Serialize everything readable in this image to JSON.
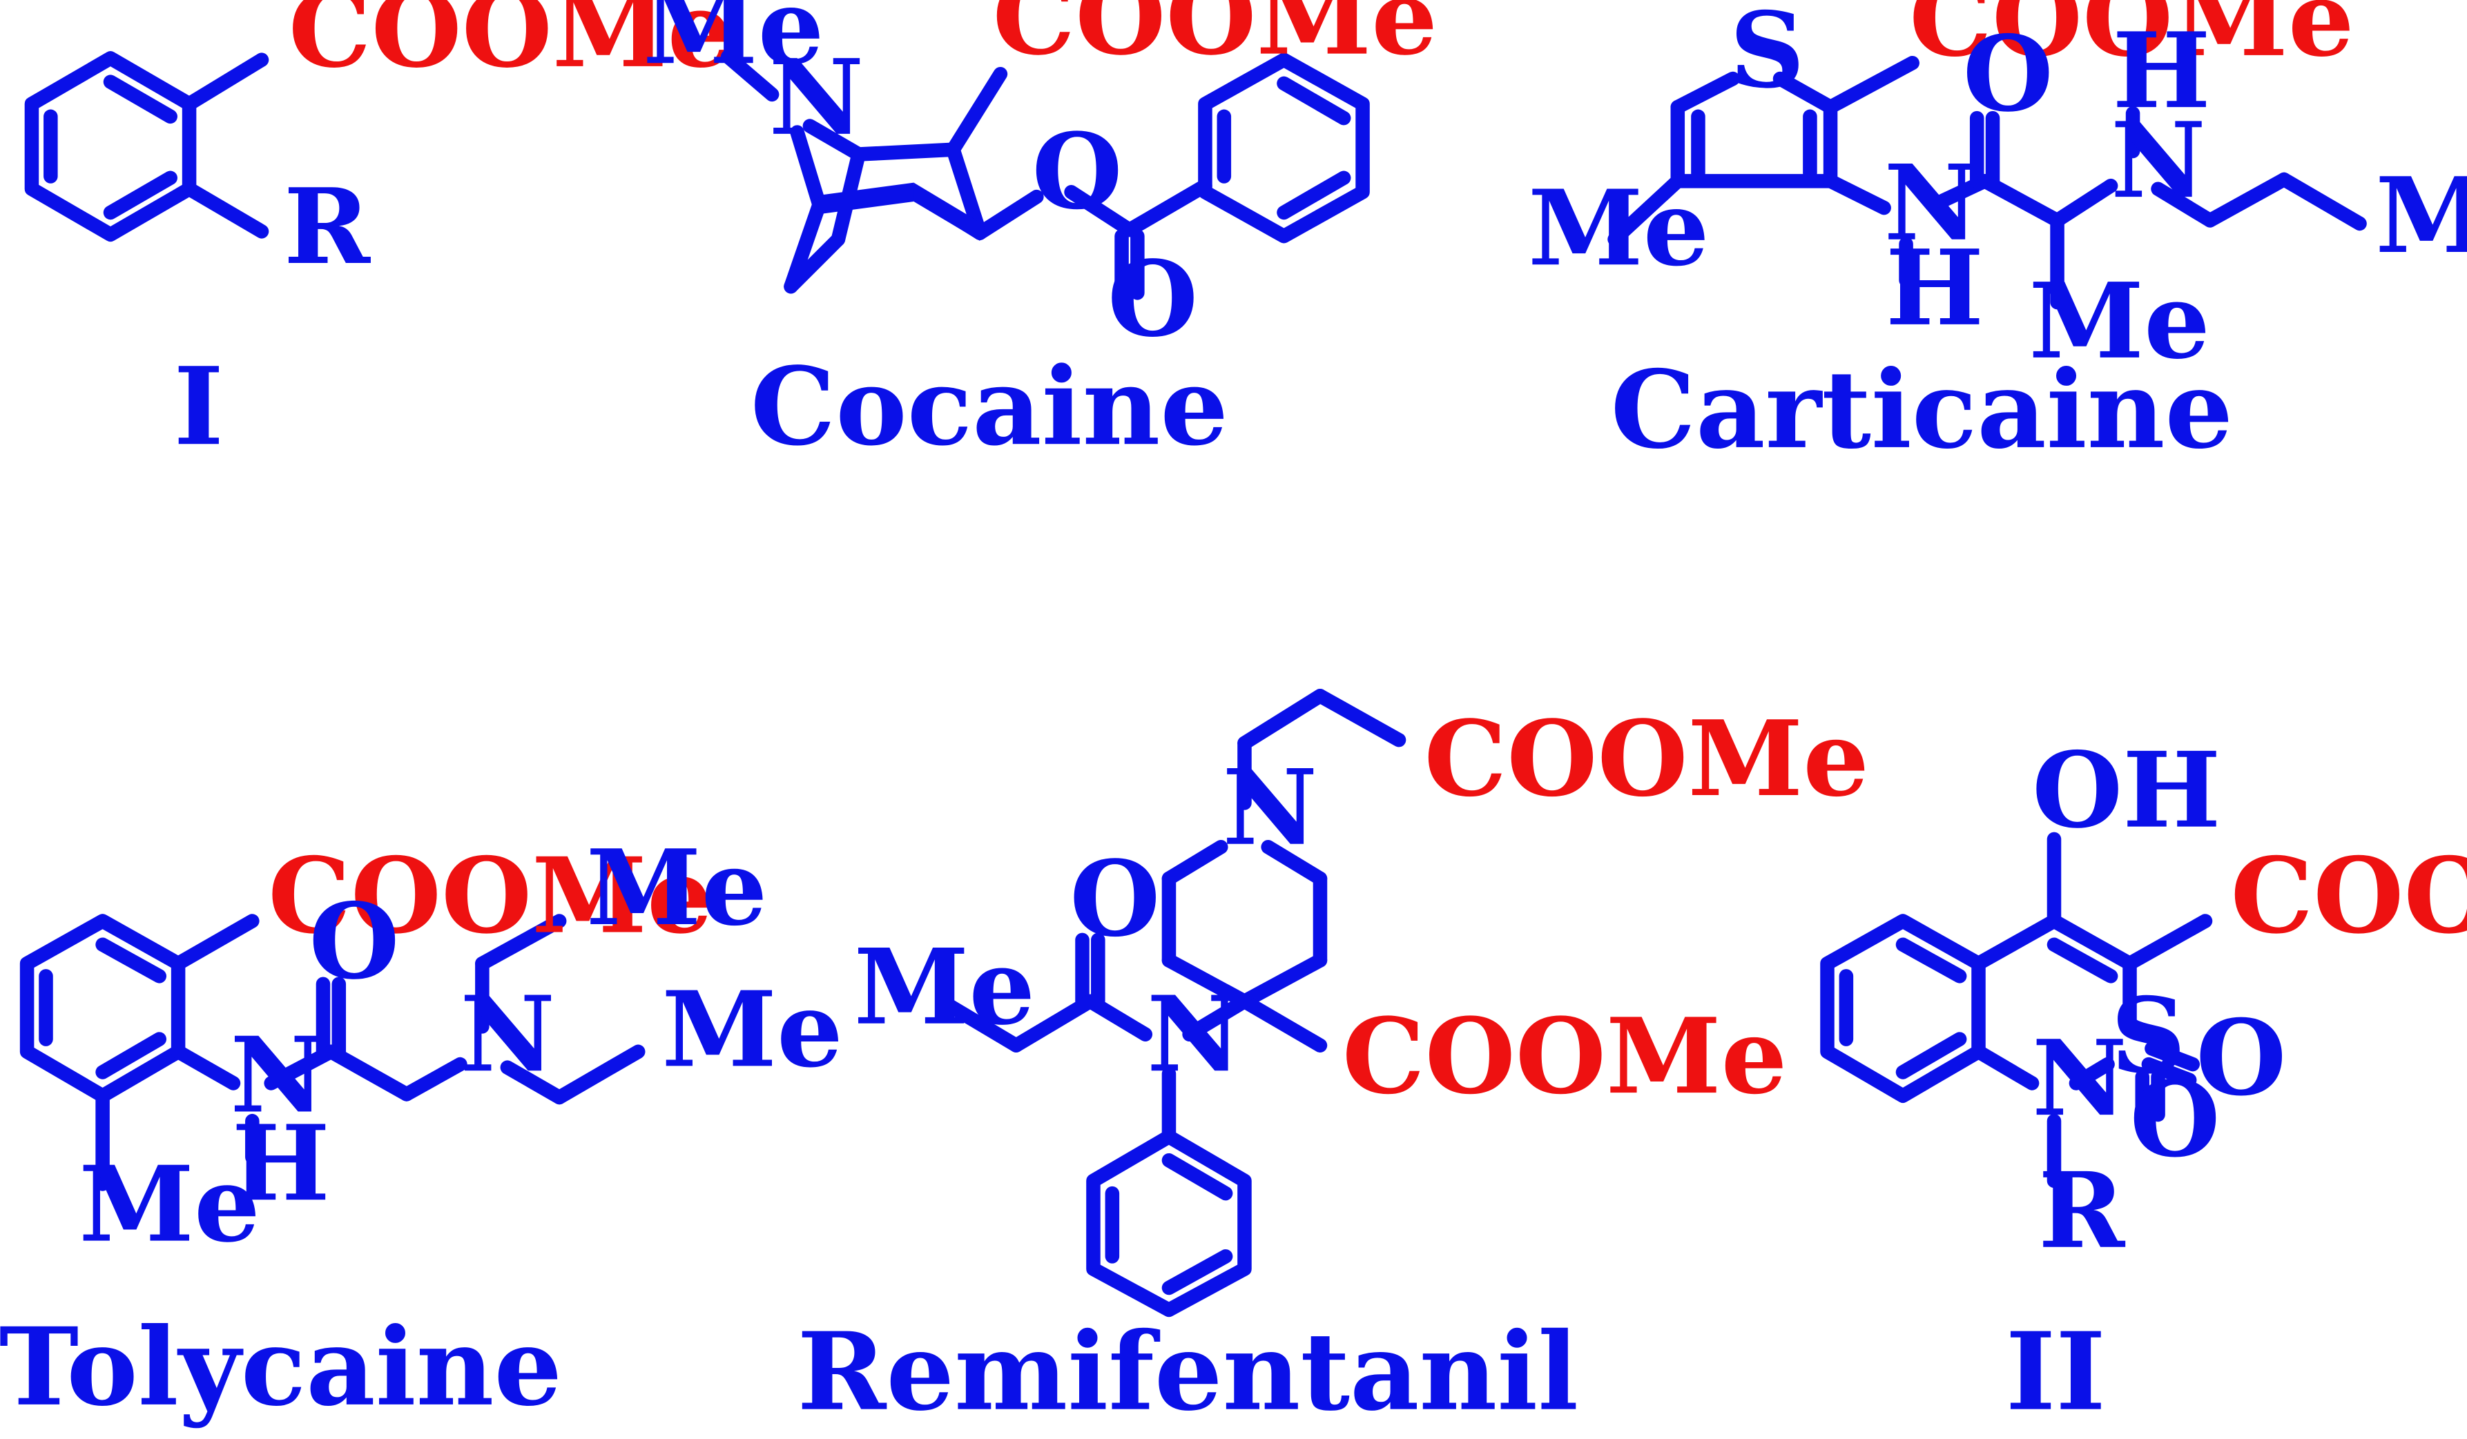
{
  "colors": {
    "structure": "#0a10e8",
    "ester_group": "#ee1111"
  },
  "ester_label": "COOMe",
  "compounds": [
    {
      "caption": "I",
      "atoms": {
        "r": "R"
      }
    },
    {
      "caption": "Cocaine",
      "atoms": {
        "me": "Me",
        "n": "N",
        "o1": "O",
        "o2": "O"
      }
    },
    {
      "caption": "Carticaine",
      "atoms": {
        "s": "S",
        "o": "O",
        "nh1": "N",
        "h1": "H",
        "nh2": "N",
        "h2": "H",
        "me1": "Me",
        "me2": "Me",
        "me3": "Me"
      }
    },
    {
      "caption": "Tolycaine",
      "atoms": {
        "o": "O",
        "n1": "N",
        "h": "H",
        "n2": "N",
        "me1": "Me",
        "me2": "Me",
        "me3": "Me"
      }
    },
    {
      "caption": "Remifentanil",
      "atoms": {
        "n1": "N",
        "n2": "N",
        "o": "O",
        "me": "Me"
      }
    },
    {
      "caption": "II",
      "atoms": {
        "oh": "OH",
        "s": "S",
        "o1": "O",
        "o2": "O",
        "n": "N",
        "r": "R"
      }
    }
  ]
}
